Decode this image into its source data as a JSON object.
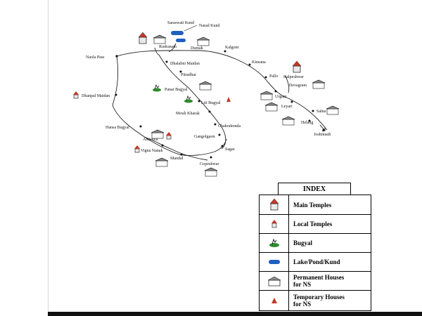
{
  "map": {
    "places": {
      "saraswati_kund": "Saraswati Kund",
      "narad_kund": "Narad Kund",
      "rudranath": "Rudranath",
      "dumak": "Dumak",
      "kalgont": "Kalgont",
      "kinsana": "Kinsana",
      "pallo": "Pallo",
      "kalpeshwar": "Kalpeshwar",
      "devagram": "Devagram",
      "urgam": "Urgam",
      "leyari": "Leyari",
      "salna": "Salna",
      "helang": "Helang",
      "joshimath": "Joshimath",
      "naola_pass": "Naola Pass",
      "dhalabni_maidan": "Dhalabni Maidan",
      "pitradhar": "Pitradhar",
      "panar_bugyal": "Panar Bugyal",
      "liti_bugyal": "Liti Bugyal",
      "mouli_kharak": "Mouli Kharak",
      "chakrakonda": "Chakrakonda",
      "gangolgaon": "Gangolgaon",
      "sagar": "Sagar",
      "gopeshwar": "Gopeshwar",
      "dhanpal_maidan": "Dhanpal Maidan",
      "hansa_bugyal": "Hansa Bugyal",
      "anusuya": "Anusuya",
      "vigna_nanak": "Vigna Nanak",
      "mandal": "Mandal"
    }
  },
  "index": {
    "title": "INDEX",
    "items": [
      {
        "label": "Main Temples",
        "icon": "main-temple-icon"
      },
      {
        "label": "Local Temples",
        "icon": "local-temple-icon"
      },
      {
        "label": "Bugyal",
        "icon": "bugyal-icon"
      },
      {
        "label": "Lake/Pond/Kund",
        "icon": "lake-icon"
      },
      {
        "label_line1": "Permanent Houses",
        "label_line2": "for NS",
        "icon": "permanent-house-icon"
      },
      {
        "label_line1": "Temporary Houses",
        "label_line2": "for NS",
        "icon": "temporary-house-icon"
      }
    ]
  },
  "colors": {
    "temple_roof": "#c0392b",
    "lake": "#1f5fbf",
    "bugyal_green": "#2e8b2e",
    "ink": "#111111"
  }
}
